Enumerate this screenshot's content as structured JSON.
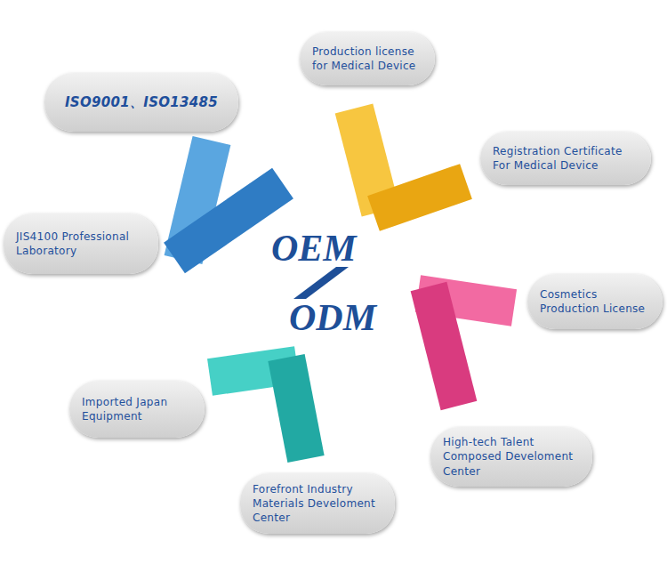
{
  "diagram": {
    "nodes": [
      {
        "text": [
          "Production license for Medical Device"
        ]
      },
      {
        "text": [
          "ISO9001、ISO13485"
        ]
      },
      {
        "text": [
          "Registration Certificate For Medical Device"
        ]
      },
      {
        "text": [
          "JIS4100 Professional Laboratory"
        ]
      },
      {
        "text": [
          "Cosmetics Production License"
        ]
      },
      {
        "text": [
          "Imported Japan Equipment"
        ]
      },
      {
        "text": [
          "High-tech Talent Composed Develoment Center"
        ]
      },
      {
        "text": [
          "Forefront Industry Materials Develoment Center"
        ]
      }
    ],
    "labels": [
      "OEM",
      "ODM"
    ]
  }
}
